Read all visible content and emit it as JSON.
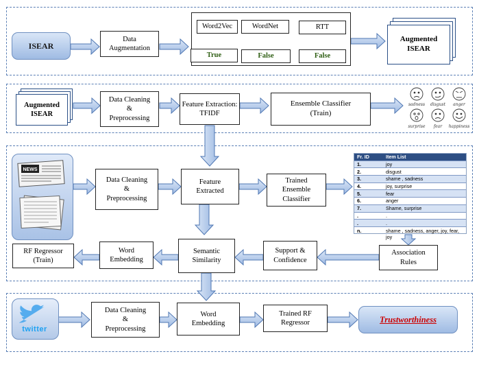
{
  "row1": {
    "source": "ISEAR",
    "augmentation": "Data\nAugmentation",
    "methods": [
      {
        "name": "Word2Vec",
        "result": "True"
      },
      {
        "name": "WordNet",
        "result": "False"
      },
      {
        "name": "RTT",
        "result": "False"
      }
    ],
    "output": "Augmented\nISEAR"
  },
  "row2": {
    "input": "Augmented\nISEAR",
    "cleaning": "Data Cleaning\n&\nPreprocessing",
    "feature_extraction": "Feature Extraction:\nTFIDF",
    "ensemble": "Ensemble Classifier\n(Train)",
    "emotion_labels": [
      "sadness",
      "disgust",
      "anger",
      "surprise",
      "fear",
      "happiness"
    ]
  },
  "row3": {
    "news_icon_label": "NEWS",
    "cleaning": "Data Cleaning\n&\nPreprocessing",
    "feature_extracted": "Feature\nExtracted",
    "trained_ensemble": "Trained\nEnsemble\nClassifier",
    "table": {
      "headers": [
        "Fr. ID",
        "Item List"
      ],
      "rows": [
        [
          "1.",
          "joy"
        ],
        [
          "2.",
          "disgust"
        ],
        [
          "3.",
          "shame , sadness"
        ],
        [
          "4.",
          "joy, surprise"
        ],
        [
          "5.",
          "fear"
        ],
        [
          "6.",
          "anger"
        ],
        [
          "7.",
          "Shame, surprise"
        ],
        [
          ".",
          "."
        ],
        [
          ".",
          "."
        ],
        [
          "n.",
          "shame , sadness, anger, joy, fear, joy"
        ]
      ]
    }
  },
  "row4": {
    "rf_regressor": "RF Regressor\n(Train)",
    "word_embedding": "Word\nEmbedding",
    "semantic_similarity": "Semantic\nSimilarity",
    "support_confidence": "Support &\nConfidence",
    "association_rules": "Association\nRules"
  },
  "row5": {
    "twitter_label": "twitter",
    "cleaning": "Data Cleaning\n&\nPreprocessing",
    "word_embedding": "Word\nEmbedding",
    "trained_rf": "Trained RF\nRegressor",
    "output": "Trustworthiness"
  },
  "colors": {
    "panel_border": "#5a7fb5",
    "arrow_fill": "#b9cdea",
    "arrow_stroke": "#4f77b3",
    "output_text": "#cc0000",
    "bool_text": "#2f5f14"
  }
}
